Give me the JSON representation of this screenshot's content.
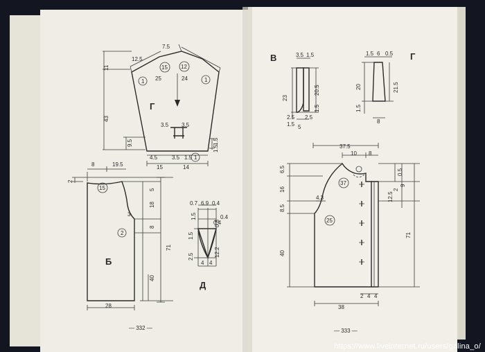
{
  "book": {
    "left_page_number": "— 332 —",
    "right_page_number": "— 333 —"
  },
  "left_page": {
    "sleeve": {
      "letter": "Г",
      "dims": [
        "12.5",
        "7.5",
        "11",
        "43",
        "9.5",
        "15",
        "4.5",
        "3.5",
        "3.5",
        "1.5",
        "14",
        "3.5",
        "1.5",
        "1.5",
        "25",
        "24"
      ],
      "marks": [
        "15",
        "12",
        "1",
        "1",
        "1"
      ]
    },
    "back": {
      "letter": "Б",
      "dims": [
        "8",
        "19.5",
        "2",
        "5",
        "18",
        "8",
        "71",
        "40",
        "3",
        "28"
      ],
      "marks": [
        "15",
        "2"
      ]
    },
    "detail_d": {
      "letter": "Д",
      "dims": [
        "0.7",
        "6.9",
        "0.4",
        "0.4",
        "1.5",
        "0.8",
        "0.4",
        "1.5",
        "12.2",
        "2.5",
        "4",
        "4"
      ]
    }
  },
  "right_page": {
    "detail_v": {
      "letter": "В",
      "dims": [
        "3.5",
        "1.5",
        "23",
        "20.5",
        "1.5",
        "5",
        "2.5",
        "2.5",
        "1.5"
      ]
    },
    "detail_g": {
      "letter": "Г",
      "dims": [
        "1.5",
        "6",
        "0.5",
        "20",
        "21.5",
        "1.5",
        "8"
      ]
    },
    "front": {
      "dims": [
        "37.5",
        "10",
        "8",
        "6.5",
        "16",
        "8.5",
        "40",
        "71",
        "0.5",
        "12.5",
        "2",
        "9",
        "4.3",
        "38",
        "2",
        "4",
        "4"
      ],
      "marks": [
        "37",
        "25"
      ]
    }
  },
  "watermark": {
    "url": "https://www.liveinternet.ru/users/galina_o/"
  }
}
